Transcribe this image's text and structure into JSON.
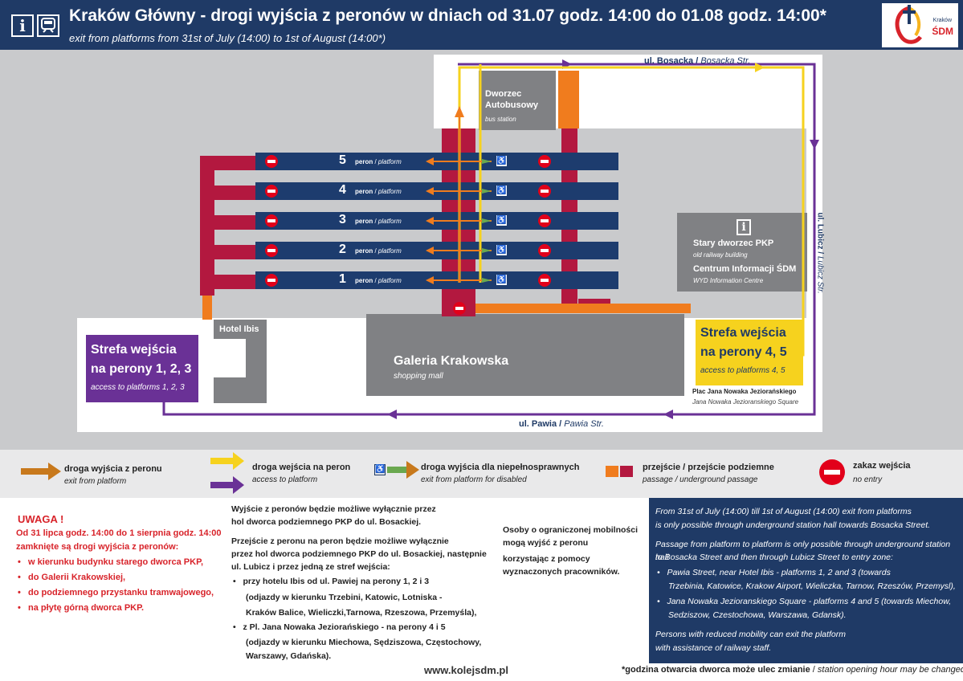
{
  "header": {
    "title": "Kraków Główny - drogi wyjścia z peronów w dniach od 31.07 godz. 14:00 do 01.08 godz. 14:00*",
    "subtitle": "exit from platforms from 31st of July (14:00) to 1st of August (14:00*)",
    "info_icon": "i",
    "logo_text": "ŚDM",
    "logo_small": "Kraków"
  },
  "map": {
    "street_bosacka": "ul. Bosacka",
    "street_bosacka_en": "Bosacka Str.",
    "street_lubicz": "ul. Lubicz",
    "street_lubicz_en": "Lubicz Str.",
    "street_pawia": "ul. Pawia",
    "street_pawia_en": "Pawia Str.",
    "bus_station": "Dworzec Autobusowy",
    "bus_station_en": "bus station",
    "old_station": "Stary dworzec PKP",
    "old_station_en": "old railway building",
    "info_centre": "Centrum Informacji ŚDM",
    "info_centre_en": "WYD Information Centre",
    "hotel": "Hotel Ibis",
    "galeria": "Galeria Krakowska",
    "galeria_en": "shopping mall",
    "zone_left_1": "Strefa wejścia",
    "zone_left_2": "na perony 1, 2, 3",
    "zone_left_en": "access to platforms 1, 2, 3",
    "zone_right_1": "Strefa wejścia",
    "zone_right_2": "na perony 4, 5",
    "zone_right_en": "access to platforms 4, 5",
    "square": "Plac Jana Nowaka Jeziorańskiego",
    "square_en": "Jana Nowaka Jezioranskiego Square",
    "platform_word": "peron",
    "platform_word_en": "platform",
    "platforms": [
      "5",
      "4",
      "3",
      "2",
      "1"
    ]
  },
  "legend": {
    "exit": "droga wyjścia z peronu",
    "exit_en": "exit from platform",
    "access": "droga wejścia na peron",
    "access_en": "access to platform",
    "disabled": "droga wyjścia dla niepełnosprawnych",
    "disabled_en": "exit from platform for disabled",
    "passage": "przejście / przejście podziemne",
    "passage_en": "passage / underground passage",
    "noentry": "zakaz wejścia",
    "noentry_en": "no entry"
  },
  "bottom": {
    "uwaga_title": "UWAGA !",
    "uwaga_1": "Od 31 lipca godz. 14:00 do 1 sierpnia godz. 14:00",
    "uwaga_2": "zamknięte są drogi wyjścia z peronów:",
    "uwaga_items": [
      "w kierunku budynku starego dworca PKP,",
      "do Galerii Krakowskiej,",
      "do podziemnego przystanku tramwajowego,",
      "na płytę górną dworca PKP."
    ],
    "mid_1": "Wyjście z peronów będzie możliwe wyłącznie przez",
    "mid_2": "hol dworca podziemnego PKP do ul. Bosackiej.",
    "mid_3": "Przejście z peronu na peron będzie możliwe wyłącznie",
    "mid_4": "przez hol dworca podziemnego PKP do ul. Bosackiej, następnie",
    "mid_5": "ul. Lubicz i przez jedną ze stref wejścia:",
    "mid_6": "przy hotelu Ibis od ul. Pawiej na perony 1, 2 i 3",
    "mid_7": "(odjazdy w kierunku Trzebini, Katowic, Lotniska -",
    "mid_8": "Kraków Balice, Wieliczki,Tarnowa, Rzeszowa, Przemyśla),",
    "mid_9": "z Pl. Jana Nowaka Jeziorańskiego - na perony 4 i 5",
    "mid_10": "(odjazdy w kierunku Miechowa, Sędziszowa, Częstochowy,",
    "mid_11": "Warszawy, Gdańska).",
    "mob_1": "Osoby o ograniczonej mobilności",
    "mob_2": "mogą wyjść z peronu",
    "mob_3": "korzystając z pomocy",
    "mob_4": "wyznaczonych pracowników.",
    "eng_1": "From 31st of July (14:00) till 1st of August (14:00) exit from platforms",
    "eng_2": "is only possible through underground station hall towards Bosacka Street.",
    "eng_3": "Passage from platform to platform is only possible through underground station hall",
    "eng_4": "to Bosacka Street and then through Lubicz Street to entry zone:",
    "eng_5": "Pawia Street, near Hotel Ibis - platforms 1, 2 and 3 (towards",
    "eng_6": "Trzebinia, Katowice, Krakow Airport, Wieliczka, Tarnow, Rzeszów, Przemysl),",
    "eng_7": "Jana Nowaka Jezioranskiego Square - platforms 4 and 5 (towards Miechow,",
    "eng_8": "Sedziszow, Czestochowa, Warszawa, Gdansk).",
    "eng_9": "Persons with reduced mobility can exit the platform",
    "eng_10": "with assistance of railway staff.",
    "website": "www.kolejsdm.pl",
    "footnote": "*godzina otwarcia dworca może ulec zmianie",
    "footnote_en": "station opening hour may be changed"
  },
  "colors": {
    "navy": "#1f3a66",
    "orange": "#f07c1e",
    "yellow": "#f6d21e",
    "purple": "#6a3196",
    "red": "#e2001a",
    "crimson": "#b3183f"
  }
}
